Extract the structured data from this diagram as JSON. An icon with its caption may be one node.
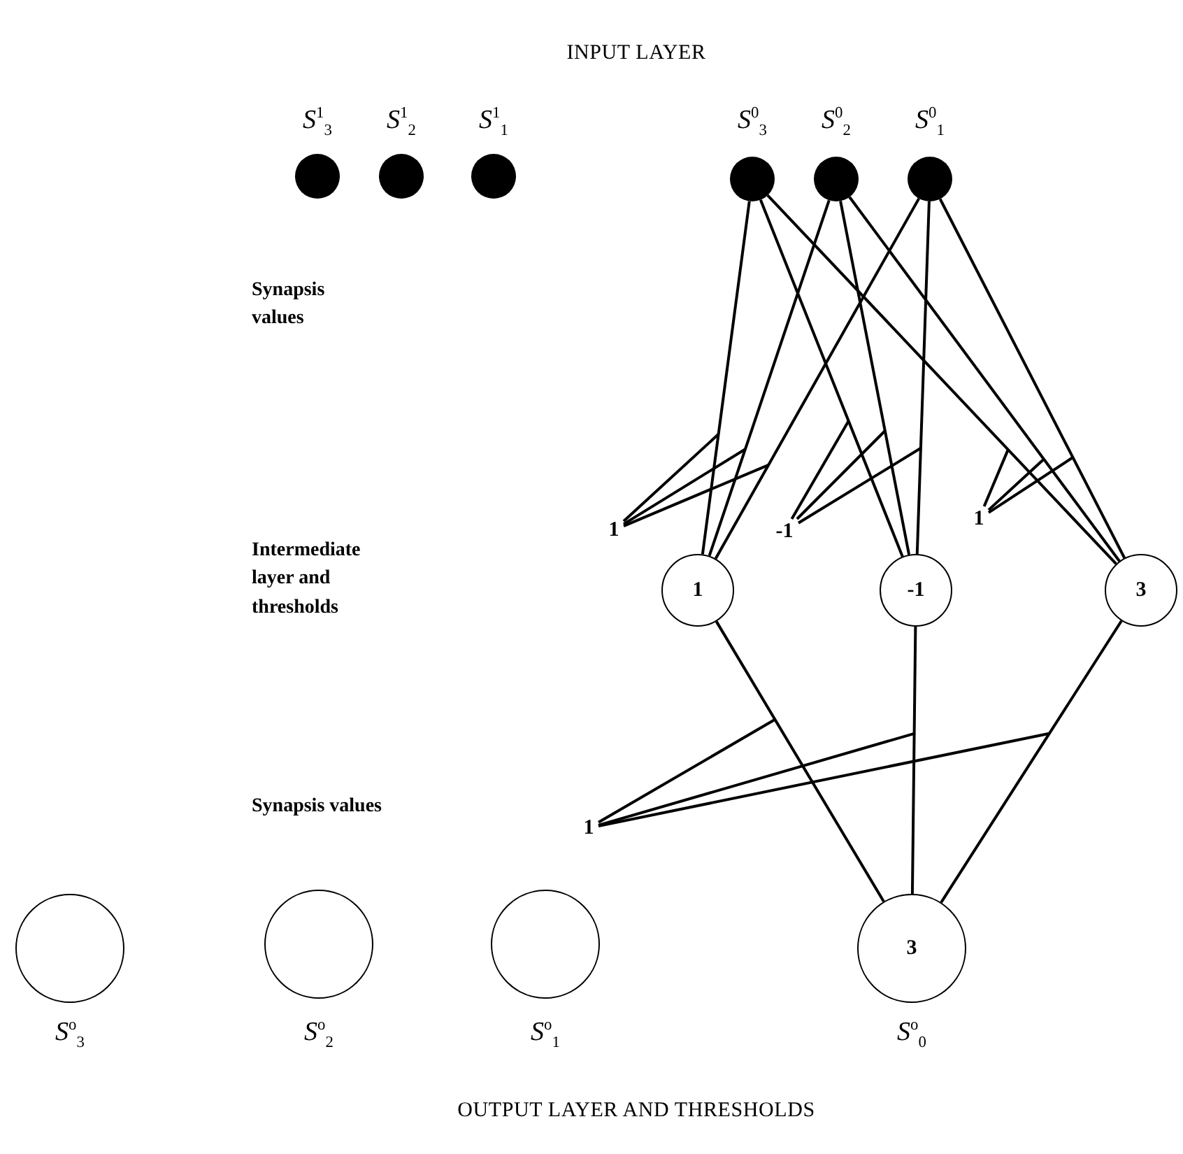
{
  "diagram": {
    "title": "INPUT LAYER",
    "caption": "OUTPUT LAYER AND THRESHOLDS",
    "nodes": [
      {
        "text": [],
        "shape": "circle",
        "beside": [
          "*S*$^{1}$$_{3}$"
        ]
      },
      {
        "text": [],
        "shape": "circle",
        "beside": [
          "*S*$^{1}$$_{2}$"
        ]
      },
      {
        "text": [],
        "shape": "circle",
        "beside": [
          "*S*$^{1}$$_{1}$"
        ]
      },
      {
        "text": [],
        "shape": "circle",
        "beside": [
          "*S*$^{0}$$_{3}$"
        ]
      },
      {
        "text": [],
        "shape": "circle",
        "beside": [
          "*S*$^{0}$$_{2}$"
        ]
      },
      {
        "text": [],
        "shape": "circle",
        "beside": [
          "*S*$^{0}$$_{1}$"
        ]
      },
      {
        "text": [
          "1"
        ]
      },
      {
        "text": [
          "-1"
        ]
      },
      {
        "text": [
          "1"
        ]
      },
      {
        "text": [
          "1"
        ]
      },
      {
        "text": [
          "-1"
        ]
      },
      {
        "text": [
          "3"
        ]
      },
      {
        "text": [
          "1"
        ]
      },
      {
        "text": [],
        "shape": "circle",
        "beside": [
          "*S*$^{o}$$_{3}$"
        ]
      },
      {
        "text": [],
        "shape": "circle",
        "beside": [
          "*S*$^{o}$$_{2}$"
        ]
      },
      {
        "text": [],
        "shape": "circle",
        "beside": [
          "*S*$^{o}$$_{1}$"
        ]
      },
      {
        "text": [
          "3"
        ],
        "beside": [
          "*S*$^{o}$$_{0}$"
        ]
      }
    ],
    "edges": [
      {
        "from": 3,
        "to": 9,
        "arrow": "none"
      },
      {
        "from": 3,
        "to": 10,
        "arrow": "none"
      },
      {
        "from": 3,
        "to": 11,
        "arrow": "none"
      },
      {
        "from": 4,
        "to": 9,
        "arrow": "none"
      },
      {
        "from": 4,
        "to": 10,
        "arrow": "none"
      },
      {
        "from": 4,
        "to": 11,
        "arrow": "none"
      },
      {
        "from": 5,
        "to": 9,
        "arrow": "none"
      },
      {
        "from": 5,
        "to": 10,
        "arrow": "none"
      },
      {
        "from": 5,
        "to": 11,
        "arrow": "none"
      },
      {
        "from": 6,
        "to": null,
        "arrow": "none"
      },
      {
        "from": 6,
        "to": null,
        "arrow": "none"
      },
      {
        "from": 6,
        "to": null,
        "arrow": "none"
      },
      {
        "from": 7,
        "to": null,
        "arrow": "none"
      },
      {
        "from": 7,
        "to": null,
        "arrow": "none"
      },
      {
        "from": 7,
        "to": null,
        "arrow": "none"
      },
      {
        "from": 8,
        "to": null,
        "arrow": "none"
      },
      {
        "from": 8,
        "to": null,
        "arrow": "none"
      },
      {
        "from": 8,
        "to": null,
        "arrow": "none"
      },
      {
        "from": 9,
        "to": 16,
        "arrow": "none"
      },
      {
        "from": 10,
        "to": 16,
        "arrow": "none"
      },
      {
        "from": 11,
        "to": 16,
        "arrow": "none"
      },
      {
        "from": 12,
        "to": null,
        "arrow": "none"
      },
      {
        "from": 12,
        "to": null,
        "arrow": "none"
      },
      {
        "from": 12,
        "to": null,
        "arrow": "none"
      }
    ],
    "labels": [
      "Synapsis values",
      "Intermediate layer and thresholds",
      "Synapsis values"
    ]
  }
}
